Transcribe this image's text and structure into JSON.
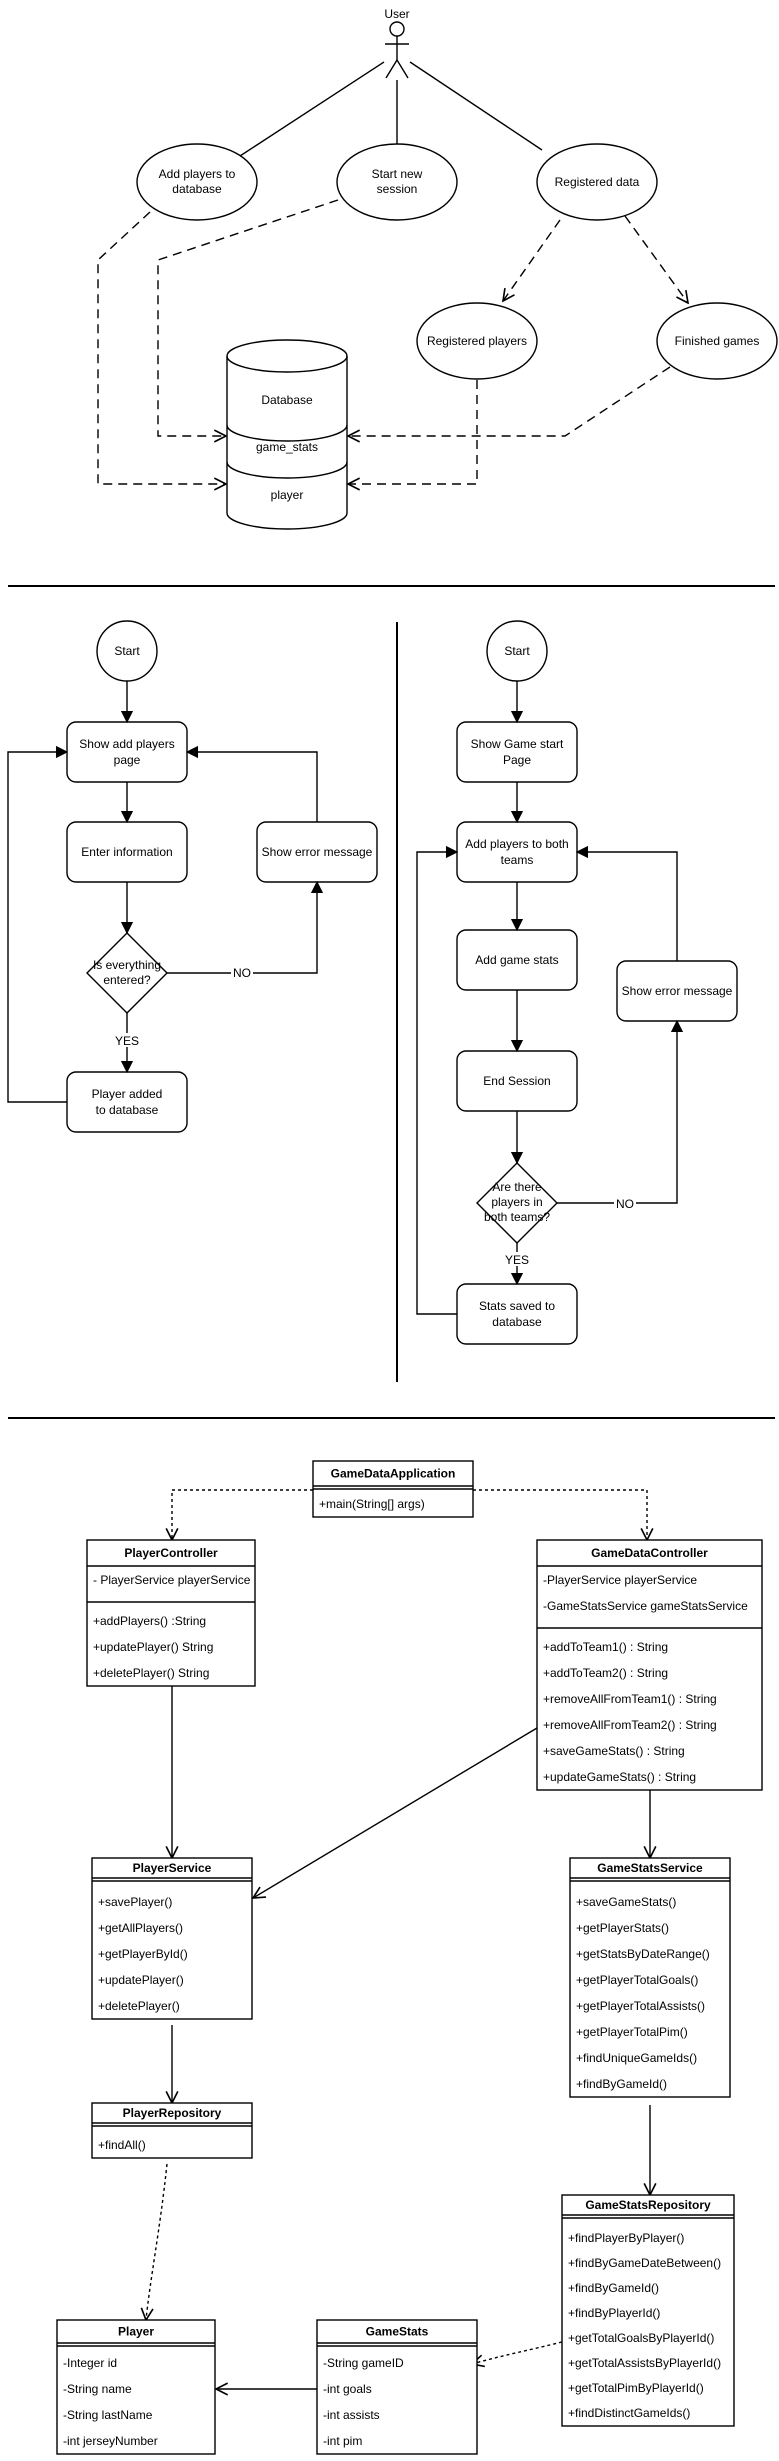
{
  "usecase": {
    "actor": "User",
    "usecases": {
      "add_players": [
        "Add players to",
        "database"
      ],
      "start_session": [
        "Start new",
        "session"
      ],
      "registered_data": [
        "Registered data"
      ],
      "registered_players": [
        "Registered players"
      ],
      "finished_games": [
        "Finished games"
      ]
    },
    "database": {
      "title": "Database",
      "tables": [
        "game_stats",
        "player"
      ]
    }
  },
  "flow_left": {
    "start": "Start",
    "show_page": [
      "Show add players",
      "page"
    ],
    "enter_info": "Enter information",
    "check": [
      "Is everything",
      "entered?"
    ],
    "error": "Show error message",
    "done": [
      "Player added",
      "to database"
    ],
    "no": "NO",
    "yes": "YES"
  },
  "flow_right": {
    "start": "Start",
    "show_page": [
      "Show Game start",
      "Page"
    ],
    "add_players": [
      "Add players to both",
      "teams"
    ],
    "add_stats": "Add game stats",
    "end_session": "End Session",
    "check": [
      "Are there",
      "players in",
      "both teams?"
    ],
    "error": "Show error message",
    "done": [
      "Stats saved to",
      "database"
    ],
    "no": "NO",
    "yes": "YES"
  },
  "classes": {
    "app": {
      "name": "GameDataApplication",
      "fields": [],
      "methods": [
        "+main(String[] args)"
      ]
    },
    "player_controller": {
      "name": "PlayerController",
      "fields": [
        "- PlayerService playerService"
      ],
      "methods": [
        "+addPlayers() :String",
        "+updatePlayer() String",
        "+deletePlayer() String"
      ]
    },
    "game_controller": {
      "name": "GameDataController",
      "fields": [
        "-PlayerService playerService",
        "-GameStatsService gameStatsService"
      ],
      "methods": [
        "+addToTeam1() : String",
        "+addToTeam2() : String",
        "+removeAllFromTeam1() : String",
        "+removeAllFromTeam2() : String",
        "+saveGameStats() : String",
        "+updateGameStats() : String"
      ]
    },
    "player_service": {
      "name": "PlayerService",
      "fields": [],
      "methods": [
        "+savePlayer()",
        "+getAllPlayers()",
        "+getPlayerById()",
        "+updatePlayer()",
        "+deletePlayer()"
      ]
    },
    "stats_service": {
      "name": "GameStatsService",
      "fields": [],
      "methods": [
        "+saveGameStats()",
        "+getPlayerStats()",
        "+getStatsByDateRange()",
        "+getPlayerTotalGoals()",
        "+getPlayerTotalAssists()",
        "+getPlayerTotalPim()",
        "+findUniqueGameIds()",
        "+findByGameId()"
      ]
    },
    "player_repo": {
      "name": "PlayerRepository",
      "fields": [],
      "methods": [
        "+findAll()"
      ]
    },
    "stats_repo": {
      "name": "GameStatsRepository",
      "fields": [],
      "methods": [
        "+findPlayerByPlayer()",
        "+findByGameDateBetween()",
        "+findByGameId()",
        "+findByPlayerId()",
        "+getTotalGoalsByPlayerId()",
        "+getTotalAssistsByPlayerId()",
        "+getTotalPimByPlayerId()",
        "+findDistinctGameIds()"
      ]
    },
    "player": {
      "name": "Player",
      "fields": [],
      "methods": [
        "-Integer id",
        "-String name",
        "-String lastName",
        "-int jerseyNumber"
      ]
    },
    "game_stats": {
      "name": "GameStats",
      "fields": [],
      "methods": [
        "-String gameID",
        "-int goals",
        "-int assists",
        "-int pim"
      ]
    }
  }
}
